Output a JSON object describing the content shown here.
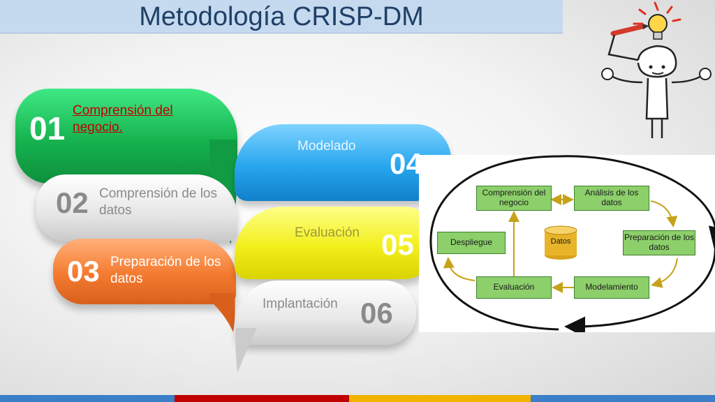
{
  "title": "Metodología CRISP-DM",
  "colors": {
    "title_text": "#1f3f66",
    "title_bar": "#c5d9ef",
    "step1_label": "#c00000",
    "stripe": [
      "#3a7fc8",
      "#c00000",
      "#f0b400",
      "#3a7fc8"
    ]
  },
  "steps": [
    {
      "number": "01",
      "label": "Comprensión del negocio."
    },
    {
      "number": "02",
      "label": "Comprensión de los datos"
    },
    {
      "number": "03",
      "label": "Preparación de los datos"
    },
    {
      "number": "04",
      "label": "Modelado"
    },
    {
      "number": "05",
      "label": "Evaluación"
    },
    {
      "number": "06",
      "label": "Implantación"
    }
  ],
  "cycle": {
    "business": "Comprensión del negocio",
    "data_analysis": "Análisis de los datos",
    "preparation": "Preparación de los datos",
    "modeling": "Modelamiento",
    "evaluation": "Evaluación",
    "deployment": "Despliegue",
    "data": "Datos"
  },
  "icons": [
    "lightbulb-icon",
    "pencil-icon",
    "thinking-figure-icon",
    "database-cylinder-icon"
  ]
}
